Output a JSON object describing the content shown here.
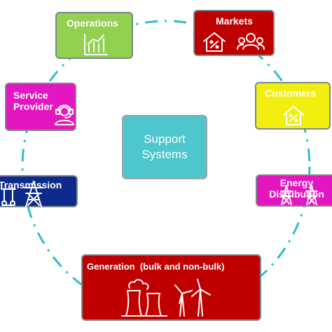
{
  "center": {
    "line1": "Support",
    "line2": "Systems"
  },
  "nodes": {
    "operations": {
      "title": "Operations",
      "icon": "bar-chart-icon",
      "color": "#92d050"
    },
    "markets": {
      "title": "Markets",
      "icons": [
        "house-percent-icon",
        "customers-icon"
      ],
      "color": "#c00000"
    },
    "customers": {
      "title": "Customers",
      "icon": "house-percent-icon",
      "color": "#f1ee10"
    },
    "service_provider": {
      "line1": "Service",
      "line2": "Provider",
      "icon": "headset-person-icon",
      "color": "#e316c0"
    },
    "energy_distribution": {
      "line1": "Energy",
      "line2": "Distribution",
      "icon": "pylon-icon",
      "color": "#e316c0"
    },
    "transmission": {
      "title": "Transmission",
      "icon": "transmission-tower-icon",
      "color": "#0d2a8a"
    },
    "generation": {
      "title": "Generation  (bulk and non-bulk)",
      "icons": [
        "power-plant-icon",
        "wind-turbine-icon"
      ],
      "color": "#c00000"
    }
  },
  "colors": {
    "ring": "#2dbfc7",
    "center_fill": "#4ec6cd",
    "center_border": "#9aa6a8"
  }
}
